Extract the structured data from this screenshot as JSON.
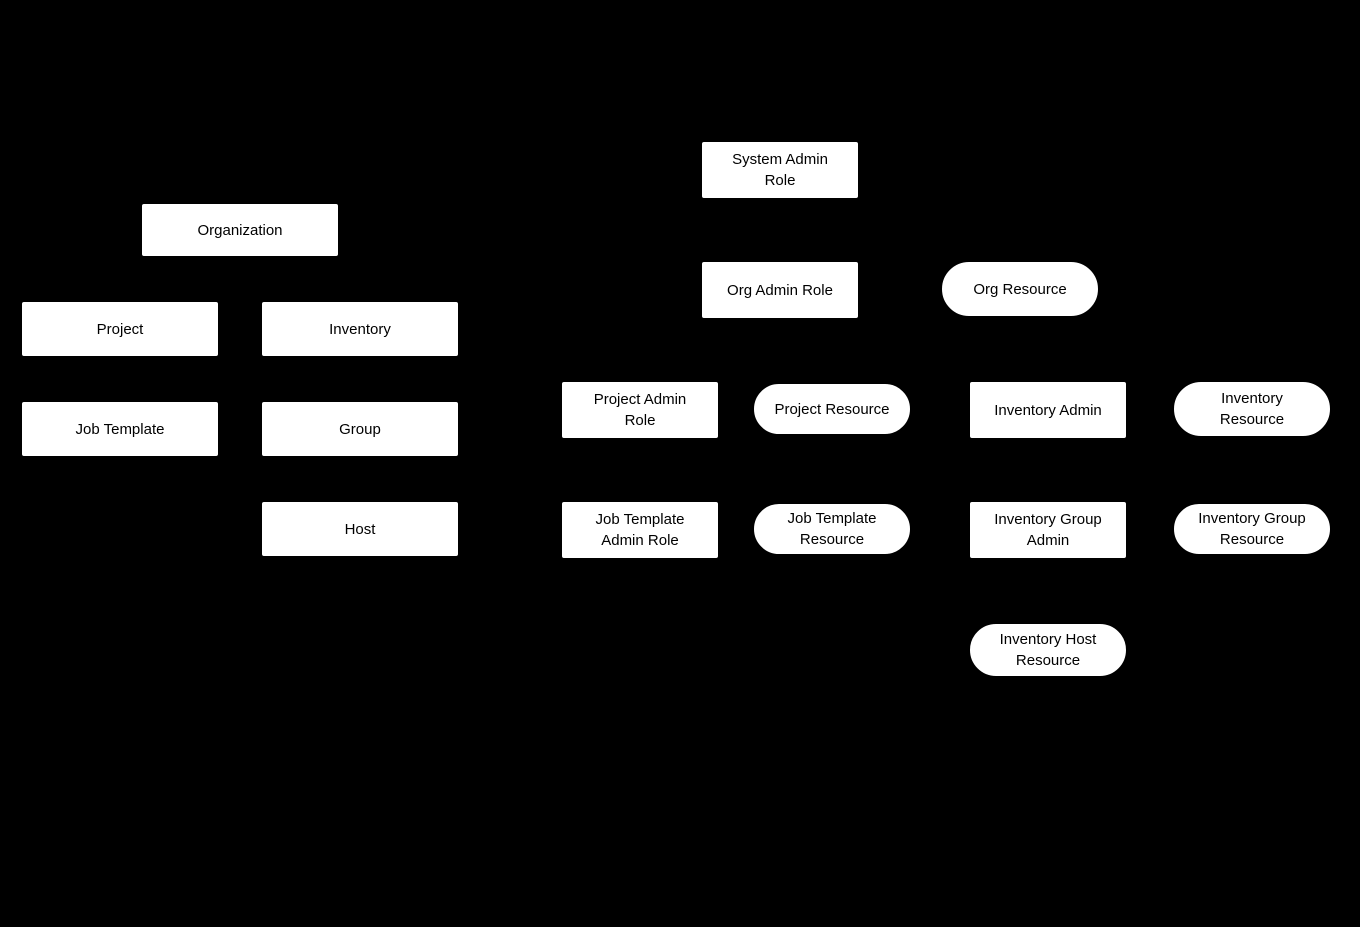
{
  "diagram": {
    "background_color": "#000000",
    "node_fill_color": "#ffffff",
    "node_text_color": "#000000",
    "nodes": [
      {
        "id": "organization",
        "label": "Organization",
        "shape": "rect"
      },
      {
        "id": "project",
        "label": "Project",
        "shape": "rect"
      },
      {
        "id": "inventory",
        "label": "Inventory",
        "shape": "rect"
      },
      {
        "id": "job-template",
        "label": "Job Template",
        "shape": "rect"
      },
      {
        "id": "group",
        "label": "Group",
        "shape": "rect"
      },
      {
        "id": "host",
        "label": "Host",
        "shape": "rect"
      },
      {
        "id": "system-admin-role",
        "label": "System Admin\nRole",
        "shape": "rect"
      },
      {
        "id": "org-admin-role",
        "label": "Org Admin Role",
        "shape": "rect"
      },
      {
        "id": "org-resource",
        "label": "Org Resource",
        "shape": "stadium"
      },
      {
        "id": "project-admin-role",
        "label": "Project Admin\nRole",
        "shape": "rect"
      },
      {
        "id": "project-resource",
        "label": "Project Resource",
        "shape": "stadium"
      },
      {
        "id": "inventory-admin",
        "label": "Inventory Admin",
        "shape": "rect"
      },
      {
        "id": "inventory-resource",
        "label": "Inventory\nResource",
        "shape": "stadium"
      },
      {
        "id": "job-template-admin-role",
        "label": "Job Template\nAdmin Role",
        "shape": "rect"
      },
      {
        "id": "job-template-resource",
        "label": "Job Template\nResource",
        "shape": "stadium"
      },
      {
        "id": "inventory-group-admin",
        "label": "Inventory Group\nAdmin",
        "shape": "rect"
      },
      {
        "id": "inventory-group-resource",
        "label": "Inventory Group\nResource",
        "shape": "stadium"
      },
      {
        "id": "inventory-host-resource",
        "label": "Inventory Host\nResource",
        "shape": "stadium"
      }
    ]
  }
}
